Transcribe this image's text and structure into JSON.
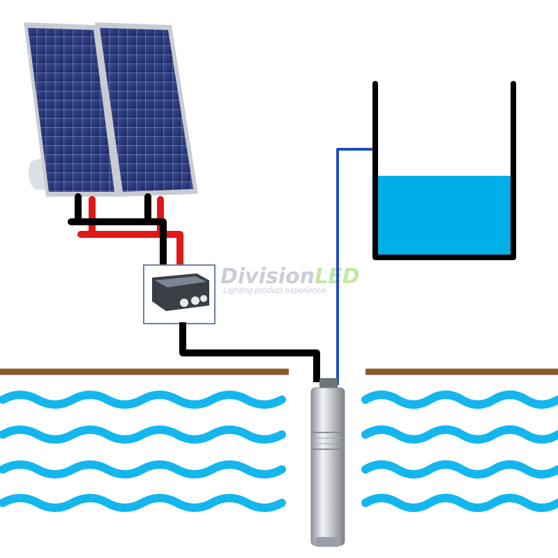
{
  "watermark": {
    "brand_prefix": "Division",
    "brand_suffix": "LED",
    "tagline": "Lighting product experience",
    "colors": {
      "prefix": "#c9ced6",
      "suffix": "#c6e6a6",
      "tagline": "#c9ced6"
    }
  },
  "colors": {
    "panel_cell": "#2b3a78",
    "panel_frame": "#c8ccd2",
    "wire_negative": "#000000",
    "wire_positive": "#e01818",
    "pipe": "#1f4fbf",
    "tank_water": "#00aee8",
    "ground": "#8b5a2b",
    "underground_water": "#14b6ee",
    "pump_body": "#b8bcc2"
  },
  "components": {
    "solar_panels": 2,
    "controller_icon": "controller-box-icon",
    "pump_icon": "submersible-pump-icon",
    "tank_icon": "water-tank-icon"
  }
}
